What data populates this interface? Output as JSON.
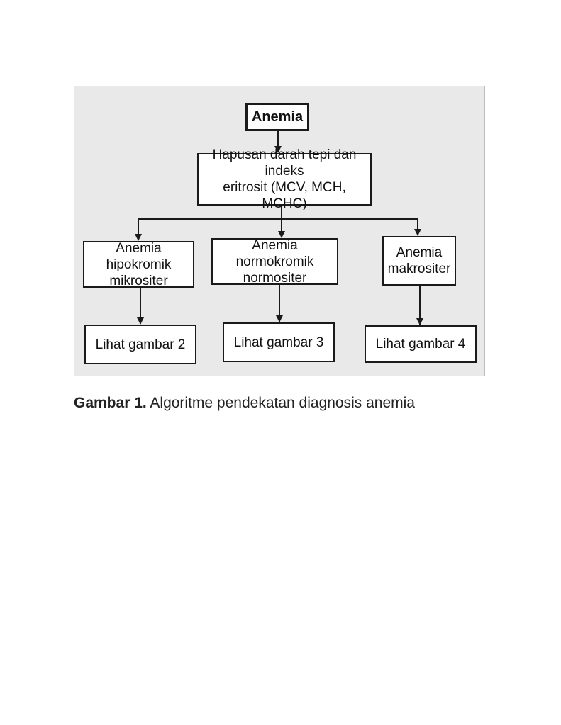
{
  "diagram": {
    "nodes": {
      "anemia": {
        "label": "Anemia"
      },
      "smear": {
        "line1": "Hapusan darah tepi dan indeks",
        "line2": "eritrosit (MCV, MCH, MCHC)"
      },
      "hypo": {
        "line1": "Anemia hipokromik",
        "line2": "mikrositer"
      },
      "normo": {
        "line1": "Anemia normokromik",
        "line2": "normositer"
      },
      "makro": {
        "line1": "Anemia",
        "line2": "makrositer"
      },
      "g2": {
        "label": "Lihat gambar 2"
      },
      "g3": {
        "label": "Lihat gambar 3"
      },
      "g4": {
        "label": "Lihat gambar 4"
      }
    },
    "edges": [
      {
        "from": "anemia",
        "to": "smear"
      },
      {
        "from": "smear",
        "to": "hypo"
      },
      {
        "from": "smear",
        "to": "normo"
      },
      {
        "from": "smear",
        "to": "makro"
      },
      {
        "from": "hypo",
        "to": "g2"
      },
      {
        "from": "normo",
        "to": "g3"
      },
      {
        "from": "makro",
        "to": "g4"
      }
    ],
    "colors": {
      "line": "#1a1a1a",
      "panel": "#e9e9e9",
      "box": "#ffffff"
    }
  },
  "caption": {
    "label": "Gambar 1.",
    "text": "Algoritme pendekatan diagnosis anemia"
  }
}
